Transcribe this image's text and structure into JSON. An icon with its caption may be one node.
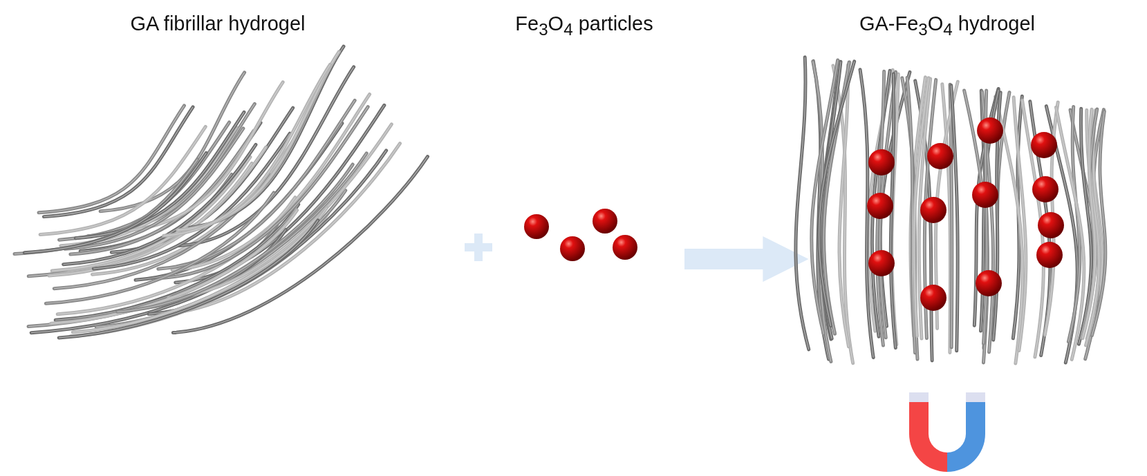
{
  "diagram": {
    "nodes": [
      {
        "text": [
          "GA fibrillar hydrogel"
        ]
      },
      {
        "text": [
          "Fe$_{3}$O$_{4}$ particles"
        ]
      },
      {
        "text": [
          "GA-Fe$_{3}$O$_{4}$ hydrogel"
        ]
      }
    ],
    "edges": [
      {
        "from": 1,
        "to": 2,
        "arrow": "to"
      }
    ]
  }
}
